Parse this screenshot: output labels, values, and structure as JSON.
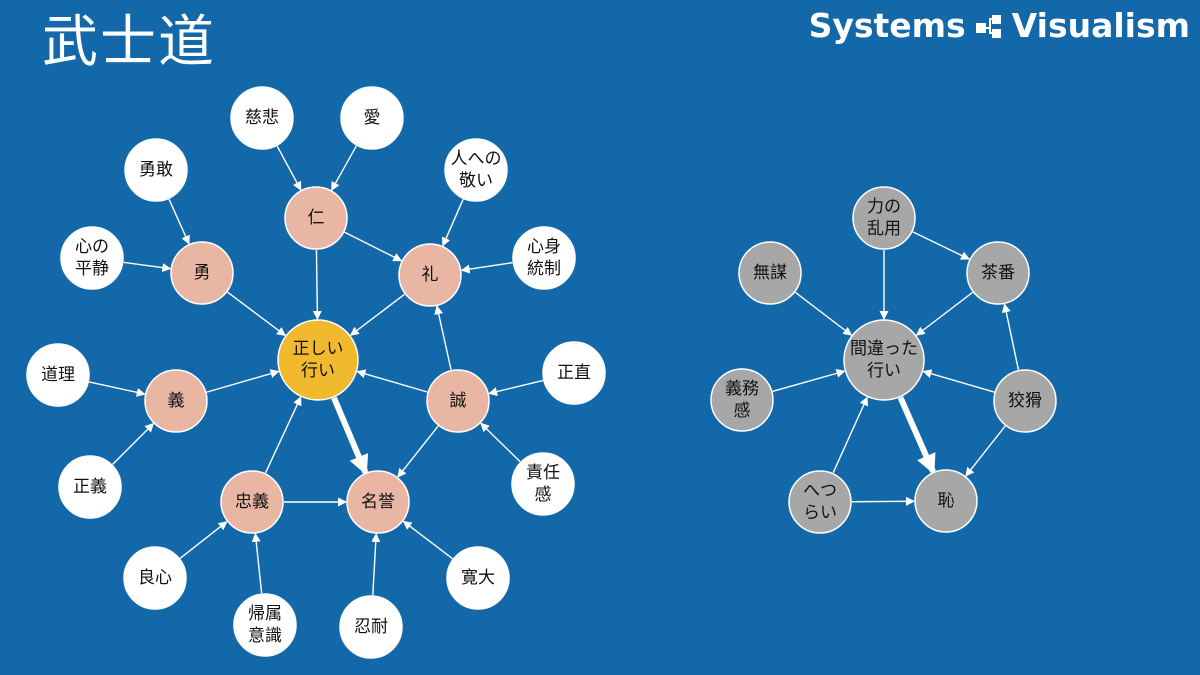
{
  "title": "武士道",
  "brand": {
    "text_left": "Systems",
    "text_right": "Visualism",
    "icon": "systems-visualism-logo-icon"
  },
  "colors": {
    "background": "#1268a8",
    "white_node": "#ffffff",
    "virtue_node": "#e8b6a3",
    "central_node": "#f0b92e",
    "gray_node": "#a7a7a7",
    "edge": "#ffffff"
  },
  "diagrams": [
    {
      "id": "bushido",
      "nodes": [
        {
          "id": "right-action",
          "label": "正しい行い",
          "lines": [
            "正しい",
            "行い"
          ],
          "kind": "central"
        },
        {
          "id": "honor",
          "label": "名誉",
          "lines": [
            "名誉"
          ],
          "kind": "virtue"
        },
        {
          "id": "jin",
          "label": "仁",
          "lines": [
            "仁"
          ],
          "kind": "virtue"
        },
        {
          "id": "yu",
          "label": "勇",
          "lines": [
            "勇"
          ],
          "kind": "virtue"
        },
        {
          "id": "rei",
          "label": "礼",
          "lines": [
            "礼"
          ],
          "kind": "virtue"
        },
        {
          "id": "gi",
          "label": "義",
          "lines": [
            "義"
          ],
          "kind": "virtue"
        },
        {
          "id": "makoto",
          "label": "誠",
          "lines": [
            "誠"
          ],
          "kind": "virtue"
        },
        {
          "id": "chugi",
          "label": "忠義",
          "lines": [
            "忠義"
          ],
          "kind": "virtue"
        },
        {
          "id": "jihi",
          "label": "慈悲",
          "lines": [
            "慈悲"
          ],
          "kind": "source"
        },
        {
          "id": "ai",
          "label": "愛",
          "lines": [
            "愛"
          ],
          "kind": "source"
        },
        {
          "id": "yukan",
          "label": "勇敢",
          "lines": [
            "勇敢"
          ],
          "kind": "source"
        },
        {
          "id": "heisei",
          "label": "心の平静",
          "lines": [
            "心の",
            "平静"
          ],
          "kind": "source"
        },
        {
          "id": "hitoe",
          "label": "人への敬い",
          "lines": [
            "人への",
            "敬い"
          ],
          "kind": "source"
        },
        {
          "id": "shinshin",
          "label": "心身統制",
          "lines": [
            "心身",
            "統制"
          ],
          "kind": "source"
        },
        {
          "id": "dori",
          "label": "道理",
          "lines": [
            "道理"
          ],
          "kind": "source"
        },
        {
          "id": "seigi",
          "label": "正義",
          "lines": [
            "正義"
          ],
          "kind": "source"
        },
        {
          "id": "shojiki",
          "label": "正直",
          "lines": [
            "正直"
          ],
          "kind": "source"
        },
        {
          "id": "sekinin",
          "label": "責任感",
          "lines": [
            "責任",
            "感"
          ],
          "kind": "source"
        },
        {
          "id": "ryoshin",
          "label": "良心",
          "lines": [
            "良心"
          ],
          "kind": "source"
        },
        {
          "id": "kizoku",
          "label": "帰属意識",
          "lines": [
            "帰属",
            "意識"
          ],
          "kind": "source"
        },
        {
          "id": "nintai",
          "label": "忍耐",
          "lines": [
            "忍耐"
          ],
          "kind": "source"
        },
        {
          "id": "kandai",
          "label": "寛大",
          "lines": [
            "寛大"
          ],
          "kind": "source"
        }
      ],
      "edges": [
        {
          "from": "jihi",
          "to": "jin"
        },
        {
          "from": "ai",
          "to": "jin"
        },
        {
          "from": "yukan",
          "to": "yu"
        },
        {
          "from": "heisei",
          "to": "yu"
        },
        {
          "from": "hitoe",
          "to": "rei"
        },
        {
          "from": "shinshin",
          "to": "rei"
        },
        {
          "from": "dori",
          "to": "gi"
        },
        {
          "from": "seigi",
          "to": "gi"
        },
        {
          "from": "shojiki",
          "to": "makoto"
        },
        {
          "from": "sekinin",
          "to": "makoto"
        },
        {
          "from": "ryoshin",
          "to": "chugi"
        },
        {
          "from": "kizoku",
          "to": "chugi"
        },
        {
          "from": "nintai",
          "to": "honor"
        },
        {
          "from": "kandai",
          "to": "honor"
        },
        {
          "from": "jin",
          "to": "rei"
        },
        {
          "from": "jin",
          "to": "right-action"
        },
        {
          "from": "yu",
          "to": "right-action"
        },
        {
          "from": "rei",
          "to": "right-action"
        },
        {
          "from": "gi",
          "to": "right-action"
        },
        {
          "from": "makoto",
          "to": "right-action"
        },
        {
          "from": "makoto",
          "to": "rei"
        },
        {
          "from": "makoto",
          "to": "honor"
        },
        {
          "from": "chugi",
          "to": "right-action"
        },
        {
          "from": "chugi",
          "to": "honor"
        },
        {
          "from": "right-action",
          "to": "honor",
          "thick": true
        }
      ]
    },
    {
      "id": "wrongdoing",
      "nodes": [
        {
          "id": "wrong-action",
          "label": "間違った行い",
          "lines": [
            "間違った",
            "行い"
          ],
          "kind": "gray"
        },
        {
          "id": "haji",
          "label": "恥",
          "lines": [
            "恥"
          ],
          "kind": "gray"
        },
        {
          "id": "chikara",
          "label": "力の乱用",
          "lines": [
            "力の",
            "乱用"
          ],
          "kind": "gray"
        },
        {
          "id": "muboh",
          "label": "無謀",
          "lines": [
            "無謀"
          ],
          "kind": "gray"
        },
        {
          "id": "chaban",
          "label": "茶番",
          "lines": [
            "茶番"
          ],
          "kind": "gray"
        },
        {
          "id": "gimu",
          "label": "義務感",
          "lines": [
            "義務",
            "感"
          ],
          "kind": "gray"
        },
        {
          "id": "kokatsu",
          "label": "狡猾",
          "lines": [
            "狡猾"
          ],
          "kind": "gray"
        },
        {
          "id": "hetsurai",
          "label": "へつらい",
          "lines": [
            "へつ",
            "らい"
          ],
          "kind": "gray"
        }
      ],
      "edges": [
        {
          "from": "chikara",
          "to": "wrong-action"
        },
        {
          "from": "chikara",
          "to": "chaban"
        },
        {
          "from": "muboh",
          "to": "wrong-action"
        },
        {
          "from": "chaban",
          "to": "wrong-action"
        },
        {
          "from": "gimu",
          "to": "wrong-action"
        },
        {
          "from": "kokatsu",
          "to": "wrong-action"
        },
        {
          "from": "kokatsu",
          "to": "chaban"
        },
        {
          "from": "kokatsu",
          "to": "haji"
        },
        {
          "from": "hetsurai",
          "to": "wrong-action"
        },
        {
          "from": "hetsurai",
          "to": "haji"
        },
        {
          "from": "wrong-action",
          "to": "haji",
          "thick": true
        }
      ]
    }
  ]
}
